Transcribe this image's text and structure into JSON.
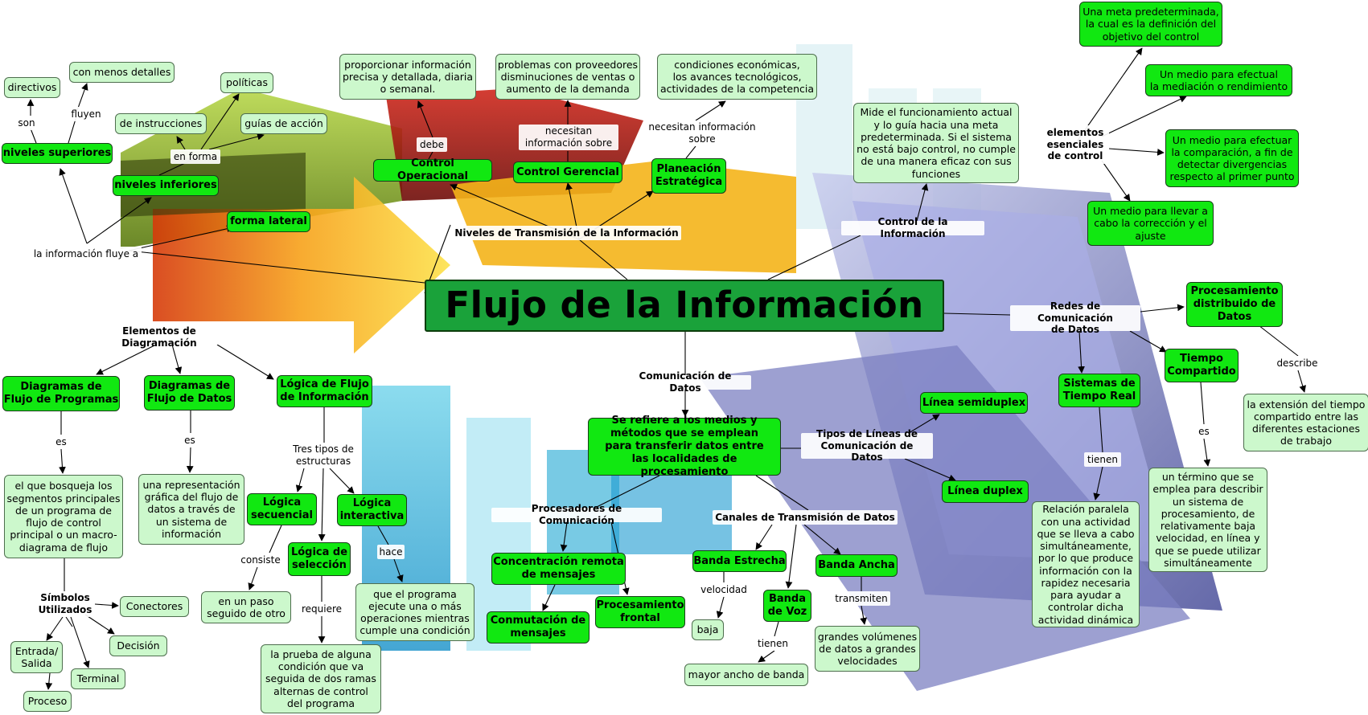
{
  "center": "Flujo de la Información",
  "colors": {
    "dark_node": "#11e811",
    "light_node": "#ccf8cc",
    "central": "#1aa23a",
    "line": "#000000"
  },
  "nodes": {
    "directivos": "directivos",
    "son": "son",
    "con_menos_detalles": "con menos detalles",
    "fluyen": "fluyen",
    "politicas": "políticas",
    "niveles_superiores": "niveles superiores",
    "de_instrucciones": "de instrucciones",
    "guias_accion": "guías de acción",
    "en_forma": "en forma",
    "niveles_inferiores": "niveles inferiores",
    "forma_lateral": "forma lateral",
    "informacion_fluye_a": "la información fluye a",
    "proporcionar": "proporcionar información\nprecisa y detallada, diaria\no semanal.",
    "debe": "debe",
    "control_operacional": "Control Operacional",
    "problemas": "problemas con proveedores\ndisminuciones de ventas o\naumento de la demanda",
    "necesitan_info_sobre_1": "necesitan\ninformación sobre",
    "control_gerencial": "Control Gerencial",
    "condiciones": "condiciones económicas,\nlos avances tecnológicos,\nactividades de la competencia",
    "necesitan_info_sobre_2": "necesitan información\nsobre",
    "planeacion": "Planeación\nEstratégica",
    "niveles_transmision": "Niveles de Transmisión de la Información",
    "mide": "Mide el funcionamiento actual\ny lo guía hacia una meta\npredeterminada. Si el sistema\nno está bajo control, no cumple\nde una manera eficaz con sus\nfunciones",
    "control_informacion": "Control de la Información",
    "elementos_esenciales": "elementos\nesenciales\nde control",
    "meta_predeterminada": "Una meta predeterminada,\nla cual es la definición del\nobjetivo del control",
    "medio_mediacion": "Un medio para efectual\nla mediación o rendimiento",
    "medio_comparacion": "Un medio para efectuar\nla comparación, a fin de\ndetectar divergencias\nrespecto al primer punto",
    "medio_correccion": "Un medio para llevar a\ncabo la corrección y el\najuste",
    "elementos_diagramacion": "Elementos de Diagramación",
    "diagramas_programas": "Diagramas de\nFlujo de Programas",
    "diagramas_datos": "Diagramas de\nFlujo de Datos",
    "logica_flujo": "Lógica de Flujo\nde Información",
    "es_1": "es",
    "es_2": "es",
    "bosqueja": "el que bosqueja los\nsegmentos principales\nde un programa de\nflujo de control\nprincipal o un macro-\ndiagrama de flujo",
    "representacion": "una representación\ngráfica del flujo de\ndatos a través de\nun sistema de\ninformación",
    "tres_tipos": "Tres tipos de\nestructuras",
    "logica_secuencial": "Lógica\nsecuencial",
    "logica_interactiva": "Lógica\ninteractiva",
    "logica_seleccion": "Lógica de\nselección",
    "consiste": "consiste",
    "hace": "hace",
    "requiere": "requiere",
    "un_paso": "en un paso\nseguido de otro",
    "que_programa": "que el programa\nejecute una o más\noperaciones mientras\ncumple una condición",
    "prueba": "la prueba de alguna\ncondición que va\nseguida de dos ramas\nalternas de control\ndel programa",
    "simbolos": "Símbolos\nUtilizados",
    "conectores": "Conectores",
    "decision": "Decisión",
    "entrada_salida": "Entrada/\nSalida",
    "terminal": "Terminal",
    "proceso": "Proceso",
    "comunicacion_datos": "Comunicación de Datos",
    "se_refiere": "Se refiere a los medios y\nmétodos que se emplean\npara transferir datos entre\nlas localidades de procesamiento",
    "tipos_lineas": "Tipos de Líneas de\nComunicación de Datos",
    "linea_semiduplex": "Línea semiduplex",
    "linea_duplex": "Línea duplex",
    "procesadores": "Procesadores de Comunicación",
    "concentracion": "Concentración remota\nde mensajes",
    "conmutacion": "Conmutación de\nmensajes",
    "procesamiento_frontal": "Procesamiento\nfrontal",
    "canales": "Canales de Transmisión de Datos",
    "banda_estrecha": "Banda Estrecha",
    "banda_ancha": "Banda Ancha",
    "banda_voz": "Banda\nde Voz",
    "velocidad": "velocidad",
    "baja": "baja",
    "tienen_1": "tienen",
    "mayor_ancho": "mayor ancho de banda",
    "transmiten": "transmiten",
    "grandes_volumenes": "grandes volúmenes\nde datos a grandes\nvelocidades",
    "redes": "Redes de Comunicación\nde Datos",
    "procesamiento_distribuido": "Procesamiento\ndistribuido de\nDatos",
    "describe": "describe",
    "extension_tiempo": "la extensión del tiempo\ncompartido entre las\ndiferentes estaciones\nde trabajo",
    "tiempo_compartido": "Tiempo\nCompartido",
    "es_3": "es",
    "termino": "un término que se\nemplea para describir\nun sistema de\nprocesamiento, de\nrelativamente baja\nvelocidad, en línea y\nque se puede utilizar\nsimultáneamente",
    "sistemas_tiempo_real": "Sistemas de\nTiempo Real",
    "tienen_2": "tienen",
    "relacion_paralela": "Relación paralela\ncon una actividad\nque se lleva a cabo\nsimultáneamente,\npor lo que produce\ninformación con la\nrapidez necesaria\npara ayudar a\ncontrolar dicha\nactividad dinámica"
  }
}
